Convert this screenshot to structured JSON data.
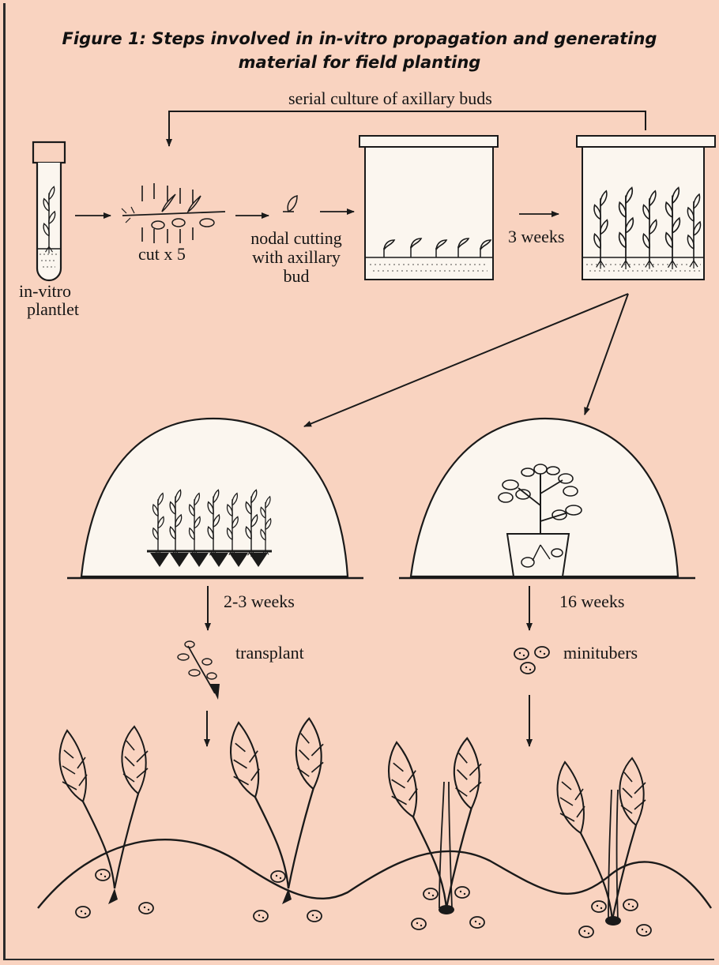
{
  "figure": {
    "title_line1": "Figure 1: Steps involved in in-vitro propagation and generating",
    "title_line2": "material for field planting"
  },
  "labels": {
    "serial_culture": "serial culture of axillary buds",
    "plantlet_line1": "in-vitro",
    "plantlet_line2": "plantlet",
    "cut": "cut x 5",
    "nodal_line1": "nodal cutting",
    "nodal_line2": "with axillary",
    "nodal_line3": "bud",
    "three_weeks": "3 weeks",
    "two_three_weeks": "2-3 weeks",
    "transplant": "transplant",
    "sixteen_weeks": "16 weeks",
    "minitubers": "minitubers"
  },
  "colors": {
    "background": "#f9d3c0",
    "ink": "#1a1a1a"
  }
}
